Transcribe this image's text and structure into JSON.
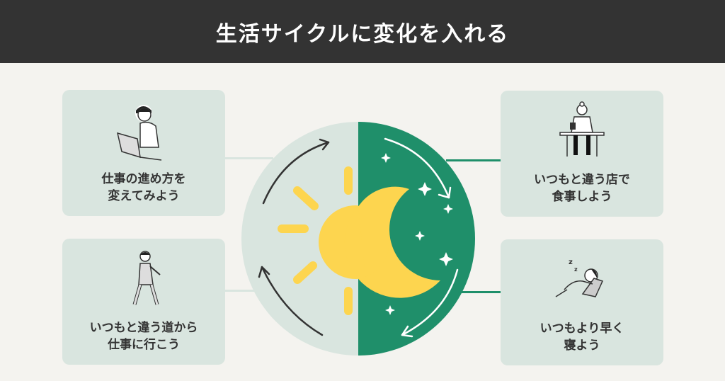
{
  "header": {
    "title": "生活サイクルに変化を入れる"
  },
  "colors": {
    "header_bg": "#333333",
    "page_bg": "#f4f3ef",
    "card_bg": "#d9e5df",
    "day_half": "#d9e5df",
    "night_half": "#1f8f6a",
    "sun_moon": "#fdd54f",
    "connector_day": "#d9e5df",
    "connector_night": "#1f8f6a",
    "text": "#333333"
  },
  "cards": [
    {
      "position": "top-left",
      "illustration": "person-with-laptop",
      "label": "仕事の進め方を\n変えてみよう"
    },
    {
      "position": "bottom-left",
      "illustration": "person-walking",
      "label": "いつもと違う道から\n仕事に行こう"
    },
    {
      "position": "top-right",
      "illustration": "person-eating-at-table",
      "label": "いつもと違う店で\n食事しよう"
    },
    {
      "position": "bottom-right",
      "illustration": "person-sleeping",
      "label": "いつもより早く\n寝よう"
    }
  ],
  "diagram": {
    "left_half": "day",
    "right_half": "night",
    "day_icon": "sun",
    "night_icon": "crescent-moon",
    "decorations": [
      "sparkle-stars",
      "cycle-arrows"
    ]
  }
}
